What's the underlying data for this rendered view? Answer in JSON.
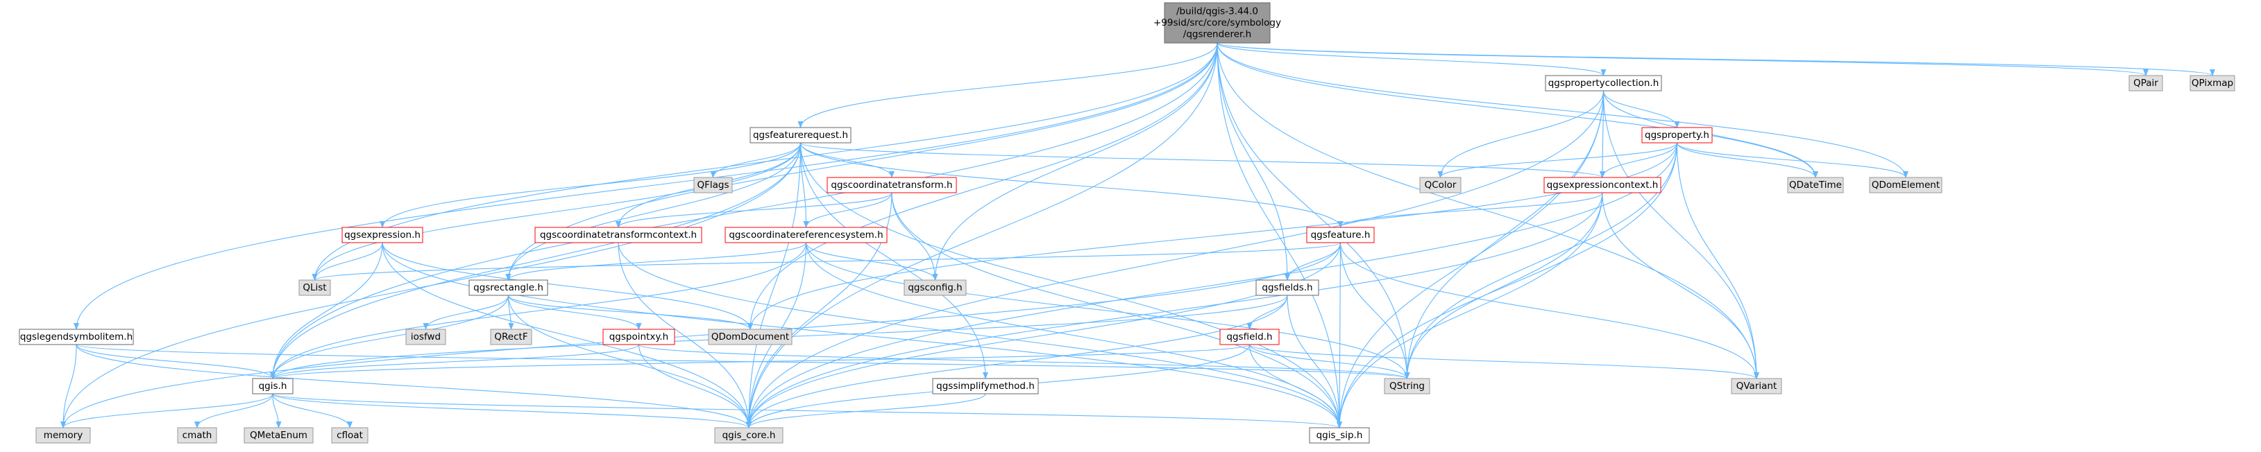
{
  "root_node_id": "qgsrenderer",
  "colors": {
    "edge": "#63b8ff",
    "root_fill": "#999999",
    "root_stroke": "#666666",
    "normal_fill": "#ffffff",
    "normal_stroke": "#666666",
    "red_stroke": "#ff0000",
    "external_fill": "#e0e0e0",
    "external_stroke": "#999999",
    "text": "#000000"
  },
  "nodes": [
    {
      "id": "qgsrenderer",
      "lines": [
        "/build/qgis-3.44.0",
        "+99sid/src/core/symbology",
        "/qgsrenderer.h"
      ],
      "kind": "root"
    },
    {
      "id": "qgspropertycollection",
      "lines": [
        "qgspropertycollection.h"
      ],
      "kind": "normal"
    },
    {
      "id": "qpair",
      "lines": [
        "QPair"
      ],
      "kind": "external"
    },
    {
      "id": "qpixmap",
      "lines": [
        "QPixmap"
      ],
      "kind": "external"
    },
    {
      "id": "qgsfeaturerequest",
      "lines": [
        "qgsfeaturerequest.h"
      ],
      "kind": "normal"
    },
    {
      "id": "qgsproperty",
      "lines": [
        "qgsproperty.h"
      ],
      "kind": "red"
    },
    {
      "id": "qflags",
      "lines": [
        "QFlags"
      ],
      "kind": "external"
    },
    {
      "id": "qcolor",
      "lines": [
        "QColor"
      ],
      "kind": "external"
    },
    {
      "id": "qdatetime",
      "lines": [
        "QDateTime"
      ],
      "kind": "external"
    },
    {
      "id": "qdomelement",
      "lines": [
        "QDomElement"
      ],
      "kind": "external"
    },
    {
      "id": "qgscoordinatetransform",
      "lines": [
        "qgscoordinatetransform.h"
      ],
      "kind": "red"
    },
    {
      "id": "qgsexpressioncontext",
      "lines": [
        "qgsexpressioncontext.h"
      ],
      "kind": "red"
    },
    {
      "id": "qgsexpression",
      "lines": [
        "qgsexpression.h"
      ],
      "kind": "red"
    },
    {
      "id": "qgscoordinatetransformcontext",
      "lines": [
        "qgscoordinatetransformcontext.h"
      ],
      "kind": "red"
    },
    {
      "id": "qgscoordinatereferencesystem",
      "lines": [
        "qgscoordinatereferencesystem.h"
      ],
      "kind": "red"
    },
    {
      "id": "qgsfeature",
      "lines": [
        "qgsfeature.h"
      ],
      "kind": "red"
    },
    {
      "id": "qlist",
      "lines": [
        "QList"
      ],
      "kind": "external"
    },
    {
      "id": "qgsconfig",
      "lines": [
        "qgsconfig.h"
      ],
      "kind": "external"
    },
    {
      "id": "qgsrectangle",
      "lines": [
        "qgsrectangle.h"
      ],
      "kind": "normal"
    },
    {
      "id": "qgsfields",
      "lines": [
        "qgsfields.h"
      ],
      "kind": "normal"
    },
    {
      "id": "iosfwd",
      "lines": [
        "iosfwd"
      ],
      "kind": "external"
    },
    {
      "id": "qrectf",
      "lines": [
        "QRectF"
      ],
      "kind": "external"
    },
    {
      "id": "qdomdocument",
      "lines": [
        "QDomDocument"
      ],
      "kind": "external"
    },
    {
      "id": "qgslegendsymbolitem",
      "lines": [
        "qgslegendsymbolitem.h"
      ],
      "kind": "normal"
    },
    {
      "id": "qgspointxy",
      "lines": [
        "qgspointxy.h"
      ],
      "kind": "red"
    },
    {
      "id": "qgsfield",
      "lines": [
        "qgsfield.h"
      ],
      "kind": "red"
    },
    {
      "id": "qgis",
      "lines": [
        "qgis.h"
      ],
      "kind": "normal"
    },
    {
      "id": "qstring",
      "lines": [
        "QString"
      ],
      "kind": "external"
    },
    {
      "id": "qvariant",
      "lines": [
        "QVariant"
      ],
      "kind": "external"
    },
    {
      "id": "qgssimplifymethod",
      "lines": [
        "qgssimplifymethod.h"
      ],
      "kind": "normal"
    },
    {
      "id": "memory",
      "lines": [
        "memory"
      ],
      "kind": "external"
    },
    {
      "id": "cmath",
      "lines": [
        "cmath"
      ],
      "kind": "external"
    },
    {
      "id": "qmetaenum",
      "lines": [
        "QMetaEnum"
      ],
      "kind": "external"
    },
    {
      "id": "cfloat",
      "lines": [
        "cfloat"
      ],
      "kind": "external"
    },
    {
      "id": "qgis_core",
      "lines": [
        "qgis_core.h"
      ],
      "kind": "external"
    },
    {
      "id": "qgis_sip",
      "lines": [
        "qgis_sip.h"
      ],
      "kind": "normal"
    }
  ],
  "edges": [
    [
      "qgsrenderer",
      "qgspropertycollection"
    ],
    [
      "qgsrenderer",
      "qpair"
    ],
    [
      "qgsrenderer",
      "qpixmap"
    ],
    [
      "qgsrenderer",
      "qgsfeaturerequest"
    ],
    [
      "qgsrenderer",
      "qgsconfig"
    ],
    [
      "qgsrenderer",
      "qdomdocument"
    ],
    [
      "qgsrenderer",
      "qgsfields"
    ],
    [
      "qgsrenderer",
      "qgsrectangle"
    ],
    [
      "qgsrenderer",
      "qlist"
    ],
    [
      "qgsrenderer",
      "qgis"
    ],
    [
      "qgsrenderer",
      "qgslegendsymbolitem"
    ],
    [
      "qgsrenderer",
      "qgis_core"
    ],
    [
      "qgsrenderer",
      "qgis_sip"
    ],
    [
      "qgsrenderer",
      "qstring"
    ],
    [
      "qgsrenderer",
      "qvariant"
    ],
    [
      "qgsrenderer",
      "qdomelement"
    ],
    [
      "qgsrenderer",
      "qdatetime"
    ],
    [
      "qgspropertycollection",
      "qgsproperty"
    ],
    [
      "qgspropertycollection",
      "qcolor"
    ],
    [
      "qgspropertycollection",
      "qdatetime"
    ],
    [
      "qgspropertycollection",
      "qgsexpressioncontext"
    ],
    [
      "qgspropertycollection",
      "qstring"
    ],
    [
      "qgspropertycollection",
      "qvariant"
    ],
    [
      "qgspropertycollection",
      "qgis_core"
    ],
    [
      "qgspropertycollection",
      "qgis_sip"
    ],
    [
      "qgsproperty",
      "qcolor"
    ],
    [
      "qgsproperty",
      "qdatetime"
    ],
    [
      "qgsproperty",
      "qdomelement"
    ],
    [
      "qgsproperty",
      "qgsexpressioncontext"
    ],
    [
      "qgsproperty",
      "qvariant"
    ],
    [
      "qgsproperty",
      "qgis_core"
    ],
    [
      "qgsproperty",
      "qgis_sip"
    ],
    [
      "qgsproperty",
      "qstring"
    ],
    [
      "qgsproperty",
      "qdomdocument"
    ],
    [
      "qgsexpressioncontext",
      "qgsfeature"
    ],
    [
      "qgsexpressioncontext",
      "qstring"
    ],
    [
      "qgsexpressioncontext",
      "qvariant"
    ],
    [
      "qgsexpressioncontext",
      "qgis_core"
    ],
    [
      "qgsexpressioncontext",
      "qgis_sip"
    ],
    [
      "qgsfeaturerequest",
      "qflags"
    ],
    [
      "qgsfeaturerequest",
      "qgscoordinatetransform"
    ],
    [
      "qgsfeaturerequest",
      "qgsexpression"
    ],
    [
      "qgsfeaturerequest",
      "qgscoordinatetransformcontext"
    ],
    [
      "qgsfeaturerequest",
      "qgscoordinatereferencesystem"
    ],
    [
      "qgsfeaturerequest",
      "qgsfeature"
    ],
    [
      "qgsfeaturerequest",
      "qgsexpressioncontext"
    ],
    [
      "qgsfeaturerequest",
      "qlist"
    ],
    [
      "qgsfeaturerequest",
      "qgsrectangle"
    ],
    [
      "qgsfeaturerequest",
      "qgis"
    ],
    [
      "qgsfeaturerequest",
      "memory"
    ],
    [
      "qgsfeaturerequest",
      "qgssimplifymethod"
    ],
    [
      "qgsfeaturerequest",
      "qgis_core"
    ],
    [
      "qgsfeaturerequest",
      "qgis_sip"
    ],
    [
      "qgscoordinatetransform",
      "qgscoordinatetransformcontext"
    ],
    [
      "qgscoordinatetransform",
      "qgscoordinatereferencesystem"
    ],
    [
      "qgscoordinatetransform",
      "qgsconfig"
    ],
    [
      "qgscoordinatetransform",
      "qgis_core"
    ],
    [
      "qgscoordinatetransform",
      "qgis_sip"
    ],
    [
      "qgsexpression",
      "qlist"
    ],
    [
      "qgsexpression",
      "qgis"
    ],
    [
      "qgsexpression",
      "qdomdocument"
    ],
    [
      "qgsexpression",
      "qgis_core"
    ],
    [
      "qgsexpression",
      "qgis_sip"
    ],
    [
      "qgscoordinatetransformcontext",
      "qgis_core"
    ],
    [
      "qgscoordinatetransformcontext",
      "qgis_sip"
    ],
    [
      "qgscoordinatereferencesystem",
      "qgsrectangle"
    ],
    [
      "qgscoordinatereferencesystem",
      "qgsconfig"
    ],
    [
      "qgscoordinatereferencesystem",
      "qgis"
    ],
    [
      "qgscoordinatereferencesystem",
      "qstring"
    ],
    [
      "qgscoordinatereferencesystem",
      "qgis_core"
    ],
    [
      "qgscoordinatereferencesystem",
      "qgis_sip"
    ],
    [
      "qgsfeature",
      "qgsfields"
    ],
    [
      "qgsfeature",
      "qlist"
    ],
    [
      "qgsfeature",
      "qstring"
    ],
    [
      "qgsfeature",
      "qvariant"
    ],
    [
      "qgsfeature",
      "qgis_core"
    ],
    [
      "qgsfeature",
      "qgis_sip"
    ],
    [
      "qgsfeature",
      "memory"
    ],
    [
      "qgsrectangle",
      "iosfwd"
    ],
    [
      "qgsrectangle",
      "qrectf"
    ],
    [
      "qgsrectangle",
      "qdomdocument"
    ],
    [
      "qgsrectangle",
      "qgspointxy"
    ],
    [
      "qgsrectangle",
      "qgis"
    ],
    [
      "qgsrectangle",
      "qgis_core"
    ],
    [
      "qgsfields",
      "qgsfield"
    ],
    [
      "qgsfields",
      "qgis"
    ],
    [
      "qgsfields",
      "qgis_core"
    ],
    [
      "qgsfields",
      "qgis_sip"
    ],
    [
      "qgsfield",
      "qvariant"
    ],
    [
      "qgsfield",
      "qstring"
    ],
    [
      "qgsfield",
      "qgis"
    ],
    [
      "qgsfield",
      "qgis_core"
    ],
    [
      "qgsfield",
      "qgis_sip"
    ],
    [
      "qgspointxy",
      "qstring"
    ],
    [
      "qgspointxy",
      "qgis"
    ],
    [
      "qgspointxy",
      "qgis_core"
    ],
    [
      "qgslegendsymbolitem",
      "qgis"
    ],
    [
      "qgslegendsymbolitem",
      "memory"
    ],
    [
      "qgslegendsymbolitem",
      "qgis_core"
    ],
    [
      "qgslegendsymbolitem",
      "qstring"
    ],
    [
      "qgis",
      "memory"
    ],
    [
      "qgis",
      "cmath"
    ],
    [
      "qgis",
      "qmetaenum"
    ],
    [
      "qgis",
      "cfloat"
    ],
    [
      "qgis",
      "qgis_core"
    ],
    [
      "qgis",
      "qgis_sip"
    ],
    [
      "qgssimplifymethod",
      "qgis_core"
    ]
  ]
}
